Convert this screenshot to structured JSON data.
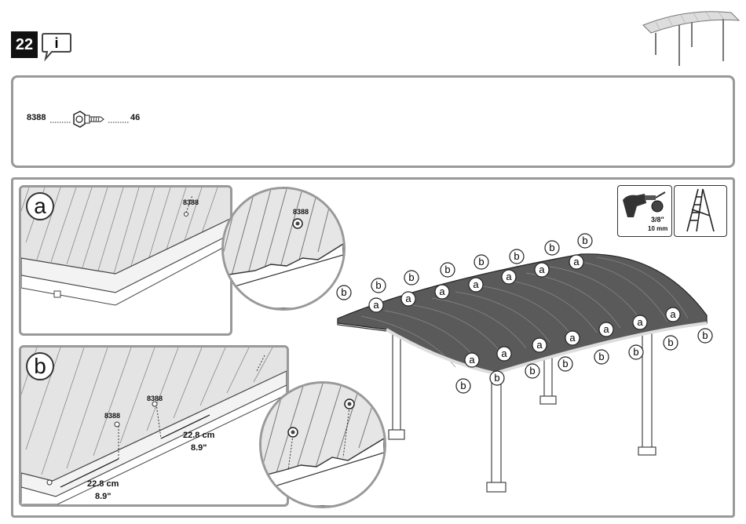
{
  "step": {
    "number": "22"
  },
  "parts": {
    "code": "8388",
    "quantity": "46"
  },
  "tools": {
    "drill_size_in": "3/8\"",
    "drill_size_mm": "10 mm"
  },
  "detail_a": {
    "letter": "a",
    "part_label": "8388",
    "zoom_part_label": "8388"
  },
  "detail_b": {
    "letter": "b",
    "part_label_1": "8388",
    "part_label_2": "8388",
    "spacing_1_cm": "22.8 cm",
    "spacing_1_in": "8.9\"",
    "spacing_2_cm": "22.8 cm",
    "spacing_2_in": "8.9\""
  },
  "callouts": {
    "a": "a",
    "b": "b"
  },
  "colors": {
    "frame_gray": "#999999",
    "ink": "#111111"
  }
}
